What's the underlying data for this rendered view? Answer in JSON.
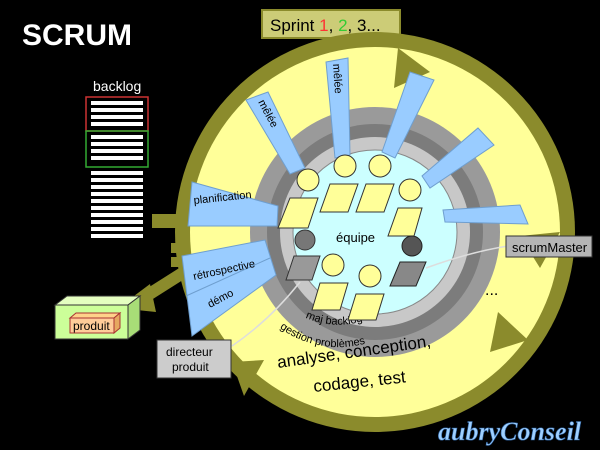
{
  "title": "SCRUM",
  "sprint": {
    "prefix": "Sprint ",
    "n1": "1",
    "sep1": ", ",
    "n2": "2",
    "rest": ", 3..."
  },
  "backlog_label": "backlog",
  "labels": {
    "melee1": "mêlée",
    "melee2": "mêlée",
    "planification": "planification",
    "equipe": "équipe",
    "retrospective": "rétrospective",
    "demo": "démo",
    "maj_backlog": "maj backlog",
    "gestion": "gestion problèmes",
    "analyse_l1": "analyse, conception,",
    "analyse_l2": "codage, test",
    "scrum_master": "scrumMaster",
    "directeur_l1": "directeur",
    "directeur_l2": "produit",
    "produit": "produit",
    "ellipsis": "...",
    "brand": "aubryConseil"
  },
  "colors": {
    "olive": "#8b8b2c",
    "outer_yellow": "#ffff99",
    "ring_gray": "#9a9a9a",
    "ring_dark": "#7c7c7c",
    "inner_light": "#c8c8c8",
    "center": "#ccffff",
    "ray_blue": "#99ccff",
    "person": "#ffff99",
    "red": "#ff3333",
    "green": "#33cc33",
    "sprint_box": "#cccc77",
    "product_green": "#ccff99",
    "brand_blue": "#9fd0ff"
  }
}
